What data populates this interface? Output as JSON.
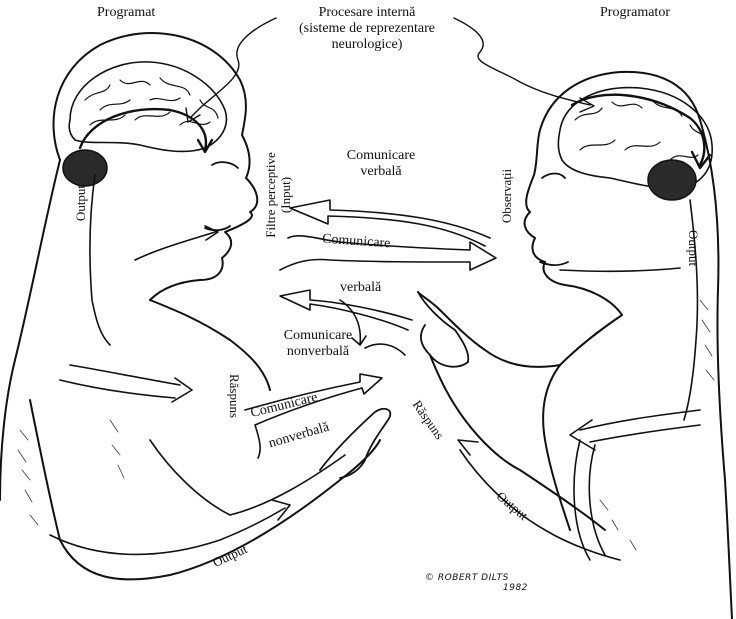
{
  "labels": {
    "programmee": "Programat",
    "programmer": "Programator",
    "internal_processing": [
      "Procesare internă",
      "(sisteme de reprezentare",
      "neurologice)"
    ],
    "perceptual_filters": [
      "Filtre perceptive",
      "(Input)"
    ],
    "observations": "Observații",
    "output_left_head": "Output",
    "output_right_head": "Output",
    "verbal_comm_top": [
      "Comunicare",
      "verbală"
    ],
    "verbal_comm_mid": "Comunicare",
    "verbal_comm_mid2": "verbală",
    "nonverbal_comm_right": [
      "Comunicare",
      "nonverbală"
    ],
    "nonverbal_comm_left": [
      "Comunicare",
      "nonverbală"
    ],
    "response_left": "Răspuns",
    "response_right": "Răspuns",
    "output_left_arm": "Output",
    "output_right_arm": "Output",
    "copyright": [
      "© ROBERT DILTS",
      "1982"
    ]
  },
  "colors": {
    "ink": "#111111",
    "background": "#ffffff",
    "shading": "#3a3a3a"
  }
}
